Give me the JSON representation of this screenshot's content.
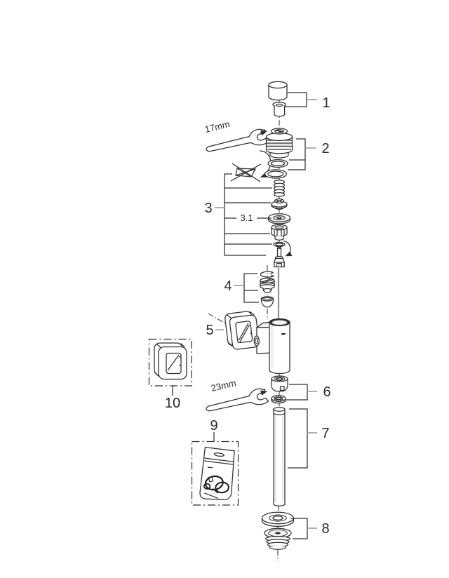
{
  "diagram": {
    "kind": "exploded-parts-diagram",
    "background": "#ffffff",
    "line_color": "#2e2e2e",
    "tick_color": "#9b9b9b"
  },
  "callouts": {
    "part1": "1",
    "part2": "2",
    "part3": "3",
    "part3_1": "3.1",
    "part4": "4",
    "part5": "5",
    "part6": "6",
    "part7": "7",
    "part8": "8",
    "part9": "9",
    "part10": "10"
  },
  "tools": {
    "wrench17": "17mm",
    "wrench23": "23mm"
  },
  "icons": [
    "open-end-wrench-icon",
    "no-lubricant-icon",
    "rotation-arrow-icon"
  ]
}
